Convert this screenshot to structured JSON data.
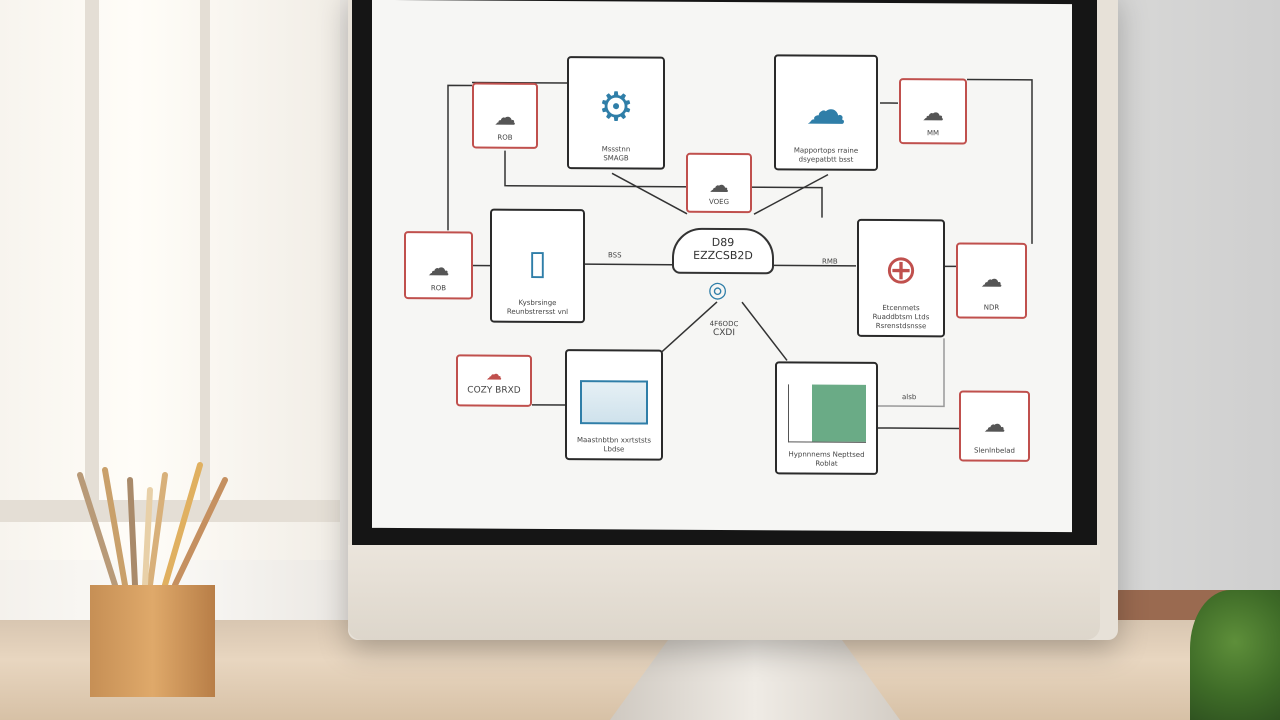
{
  "scene": {
    "description_icons": [
      "monitor",
      "pencil-cup",
      "plant",
      "window"
    ]
  },
  "diagram": {
    "center": {
      "title": "D89",
      "subtitle": "EZZCSB2D",
      "caption_1": "4F6ODC",
      "caption_2": "CXDI"
    },
    "top_small": {
      "label": "VOEG"
    },
    "nodes": [
      {
        "label": "ROB"
      },
      {
        "line1": "Mssstnn",
        "line2": "SMAGB"
      },
      {
        "line1": "Mapportops rraine",
        "line2": "dsyepatbtt bsst"
      },
      {
        "label": "MM"
      },
      {
        "label": "ROB"
      },
      {
        "line1": "Kysbrsinge",
        "line2": "Reunbstrersst vnl"
      },
      {
        "line1": "Etcenmets",
        "line2": "Ruaddbtsm Ltds",
        "line3": "Rsrenstdsnsse"
      },
      {
        "label": "NDR"
      },
      {
        "label": "COZY BRXD"
      },
      {
        "line1": "Maastnbtbn xxrtststs",
        "line2": "Lbdse"
      },
      {
        "line1": "Hypnnnems Nepttsed",
        "line2": "Roblat"
      },
      {
        "label": "Slenlnbelad"
      }
    ],
    "edge_labels": [
      "BSS",
      "RMB",
      "alsb"
    ],
    "colors": {
      "red": "#c0504d",
      "blue": "#2f7ea8",
      "green": "#6aab86",
      "black": "#2a2a2a"
    }
  }
}
